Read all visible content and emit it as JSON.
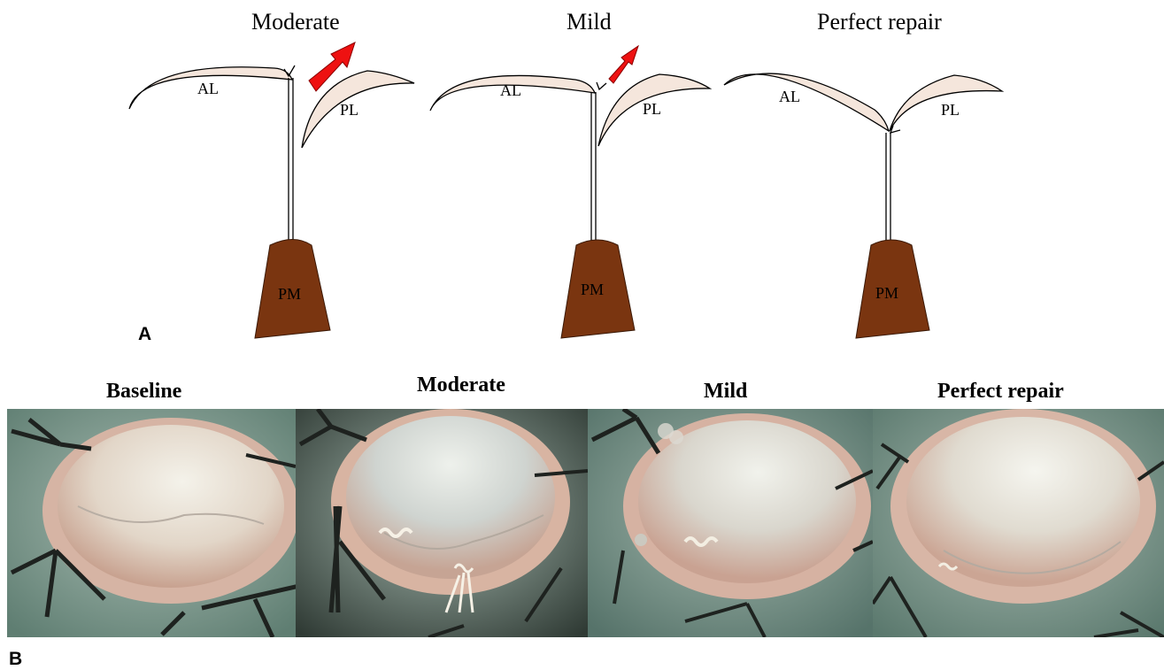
{
  "panel_a": {
    "label": "A",
    "diagrams": [
      {
        "title": "Moderate",
        "leaflet_anterior": "AL",
        "leaflet_posterior": "PL",
        "papillary_muscle": "PM",
        "arrow": "large"
      },
      {
        "title": "Mild",
        "leaflet_anterior": "AL",
        "leaflet_posterior": "PL",
        "papillary_muscle": "PM",
        "arrow": "small"
      },
      {
        "title": "Perfect repair",
        "leaflet_anterior": "AL",
        "leaflet_posterior": "PL",
        "papillary_muscle": "PM",
        "arrow": "none"
      }
    ]
  },
  "panel_b": {
    "label": "B",
    "photos": [
      {
        "title": "Baseline"
      },
      {
        "title": "Moderate"
      },
      {
        "title": "Mild"
      },
      {
        "title": "Perfect repair"
      }
    ]
  },
  "colors": {
    "leaflet_fill": "#f5e6dc",
    "muscle_fill": "#7a3510",
    "arrow_fill": "#ee1111",
    "photo_background": "#7b9a8e",
    "valve_tissue": "#e4d8cc"
  }
}
